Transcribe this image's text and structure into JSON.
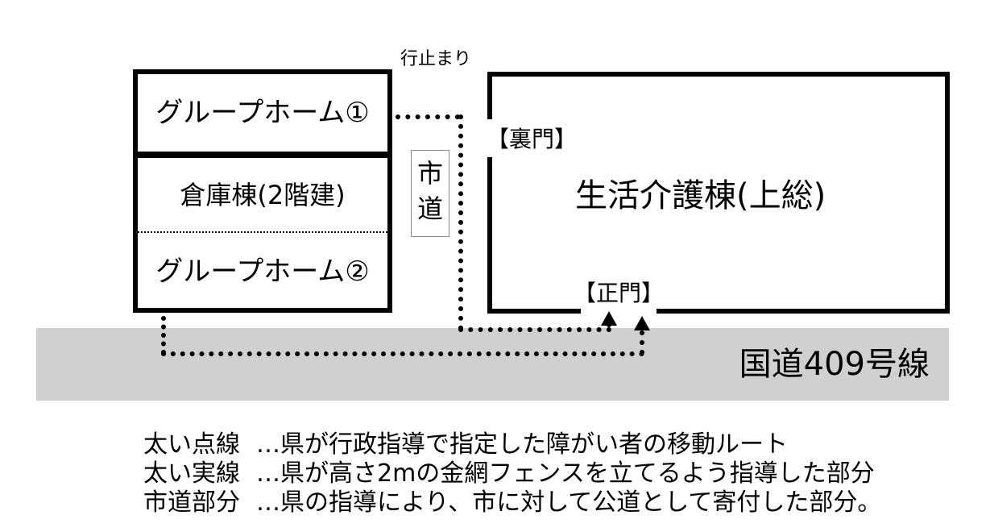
{
  "diagram": {
    "dead_end_label": "行止まり",
    "buildings": {
      "group_home_1": "グループホーム①",
      "warehouse": "倉庫棟(2階建)",
      "group_home_2": "グループホーム②",
      "care_building": "生活介護棟(上総)"
    },
    "city_road_label": "市道",
    "back_gate_label": "【裏門】",
    "main_gate_label": "【正門】",
    "national_road_label": "国道409号線"
  },
  "legend": [
    {
      "term": "太い点線",
      "description": "…県が行政指導で指定した障がい者の移動ルート"
    },
    {
      "term": "太い実線",
      "description": "…県が高さ2mの金網フェンスを立てるよう指導した部分"
    },
    {
      "term": "市道部分",
      "description": "…県の指導により、市に対して公道として寄付した部分。"
    }
  ]
}
